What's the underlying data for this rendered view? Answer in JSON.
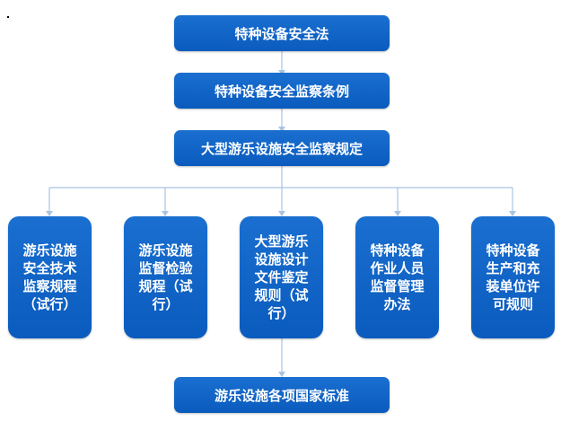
{
  "diagram": {
    "top_nodes": [
      "特种设备安全法",
      "特种设备安全监察条例",
      "大型游乐设施安全监察规定"
    ],
    "branch_nodes": [
      "游乐设施\n安全技术\n监察规程\n（试行）",
      "游乐设施\n监督检验\n规程（试\n行）",
      "大型游乐\n设施设计\n文件鉴定\n规则（试\n行）",
      "特种设备\n作业人员\n监督管理\n办法",
      "特种设备\n生产和充\n装单位许\n可规则"
    ],
    "bottom_node": "游乐设施各项国家标准",
    "colors": {
      "box_fill": "#0a5bbd",
      "connector": "#a8c4e2",
      "text": "#ffffff"
    }
  }
}
